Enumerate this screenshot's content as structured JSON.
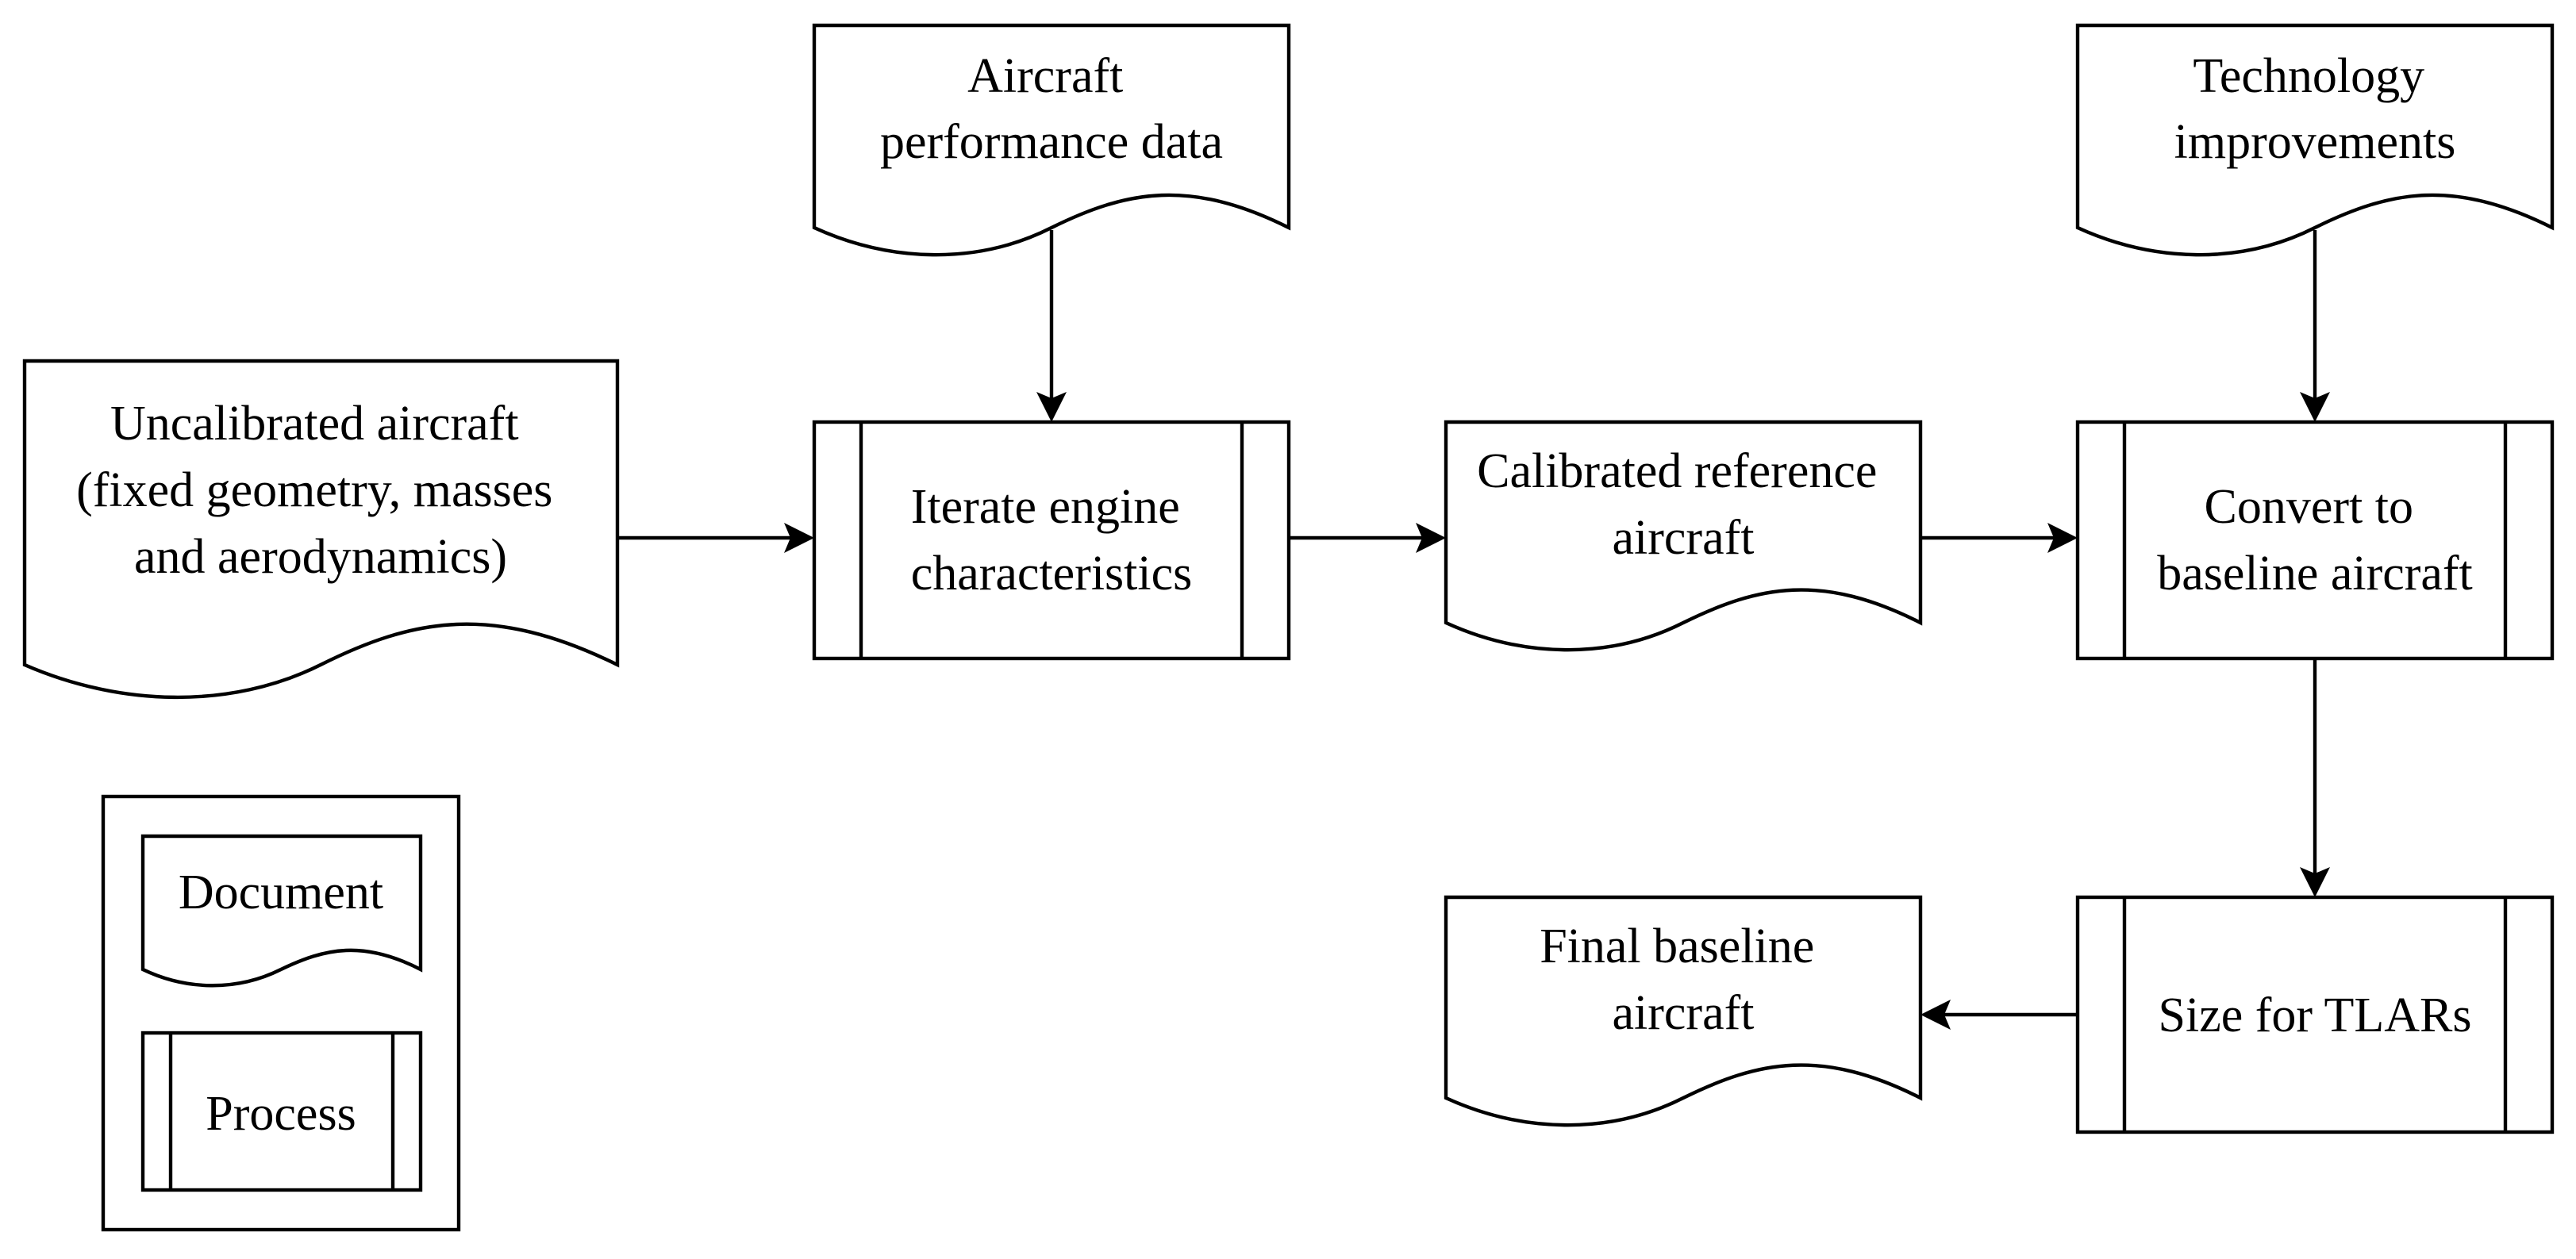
{
  "nodes": {
    "aircraft_performance_data": {
      "type": "document",
      "lines": [
        "Aircraft",
        "performance data"
      ]
    },
    "technology_improvements": {
      "type": "document",
      "lines": [
        "Technology",
        "improvements"
      ]
    },
    "uncalibrated_aircraft": {
      "type": "document",
      "lines": [
        "Uncalibrated aircraft",
        "(fixed geometry, masses",
        "and aerodynamics)"
      ]
    },
    "iterate_engine": {
      "type": "process",
      "lines": [
        "Iterate engine",
        "characteristics"
      ]
    },
    "calibrated_reference": {
      "type": "document",
      "lines": [
        "Calibrated reference",
        "aircraft"
      ]
    },
    "convert_baseline": {
      "type": "process",
      "lines": [
        "Convert to",
        "baseline aircraft"
      ]
    },
    "size_tlars": {
      "type": "process",
      "lines": [
        "Size for TLARs"
      ]
    },
    "final_baseline": {
      "type": "document",
      "lines": [
        "Final baseline",
        "aircraft"
      ]
    }
  },
  "edges": [
    {
      "from": "aircraft_performance_data",
      "to": "iterate_engine"
    },
    {
      "from": "uncalibrated_aircraft",
      "to": "iterate_engine"
    },
    {
      "from": "iterate_engine",
      "to": "calibrated_reference"
    },
    {
      "from": "calibrated_reference",
      "to": "convert_baseline"
    },
    {
      "from": "technology_improvements",
      "to": "convert_baseline"
    },
    {
      "from": "convert_baseline",
      "to": "size_tlars"
    },
    {
      "from": "size_tlars",
      "to": "final_baseline"
    }
  ],
  "legend": {
    "document_label": "Document",
    "process_label": "Process"
  }
}
